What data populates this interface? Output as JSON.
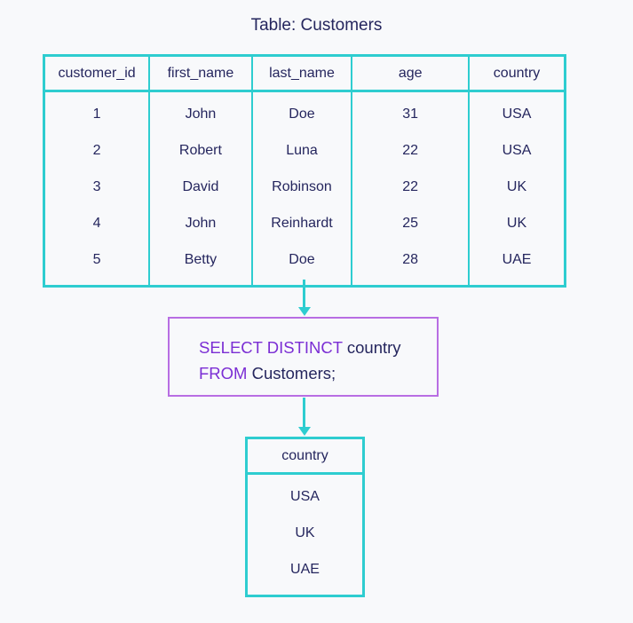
{
  "title": "Table: Customers",
  "customers": {
    "columns": [
      "customer_id",
      "first_name",
      "last_name",
      "age",
      "country"
    ],
    "rows": [
      [
        "1",
        "John",
        "Doe",
        "31",
        "USA"
      ],
      [
        "2",
        "Robert",
        "Luna",
        "22",
        "USA"
      ],
      [
        "3",
        "David",
        "Robinson",
        "22",
        "UK"
      ],
      [
        "4",
        "John",
        "Reinhardt",
        "25",
        "UK"
      ],
      [
        "5",
        "Betty",
        "Doe",
        "28",
        "UAE"
      ]
    ]
  },
  "query": {
    "line1_keyword": "SELECT DISTINCT",
    "line1_rest": " country",
    "line2_keyword": "FROM",
    "line2_rest": " Customers;"
  },
  "result": {
    "columns": [
      "country"
    ],
    "rows": [
      [
        "USA"
      ],
      [
        "UK"
      ],
      [
        "UAE"
      ]
    ]
  },
  "colors": {
    "table_border": "#2ecdd0",
    "query_border": "#b86ee3",
    "keyword": "#7b2ed4",
    "text": "#25265e"
  }
}
